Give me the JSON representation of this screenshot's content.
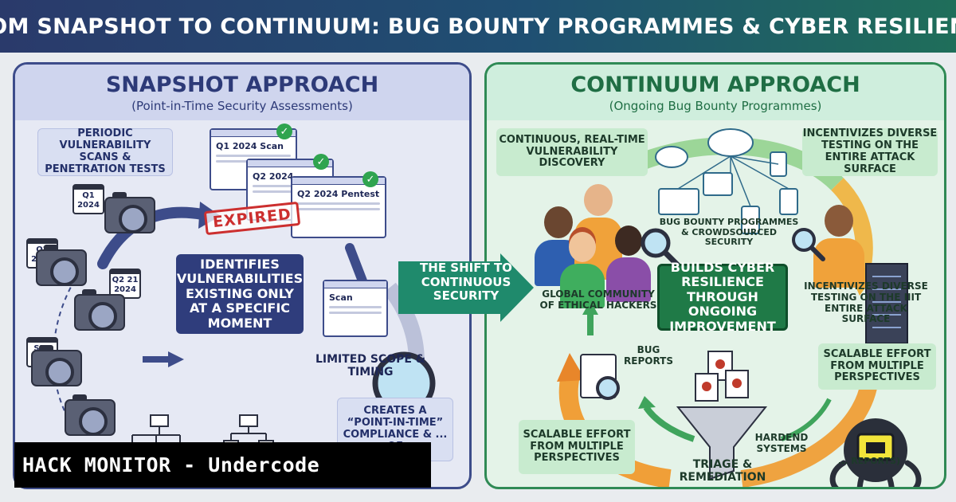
{
  "header": {
    "title": "FROM SNAPSHOT TO CONTINUUM: BUG BOUNTY PROGRAMMES & CYBER RESILIENCE"
  },
  "left": {
    "title": "SNAPSHOT APPROACH",
    "subtitle": "(Point-in-Time Security Assessments)",
    "periodic": "PERIODIC VULNERABILITY SCANS & PENETRATION TESTS",
    "windows": [
      "Q1 2024 Scan",
      "Q2 2024",
      "Q2 2024 Pentest",
      "Scan"
    ],
    "expired": "EXPIRED",
    "calendars": [
      "Q1 2024",
      "Q2 2024",
      "Q2 21 2024",
      "SEP 2024"
    ],
    "identifies": "IDENTIFIES VULNERABILITIES EXISTING ONLY AT A SPECIFIC MOMENT",
    "limited": "LIMITED SCOPE & TIMING",
    "creates": "CREATES A “POINT-IN-TIME” COMPLIANCE & ... OF"
  },
  "shift": {
    "label": "THE SHIFT TO CONTINUOUS SECURITY"
  },
  "right": {
    "title": "CONTINUUM APPROACH",
    "subtitle": "(Ongoing Bug Bounty Programmes)",
    "continuous": "CONTINUOUS, REAL-TIME VULNERABILITY DISCOVERY",
    "incentivizes_top": "INCENTIVIZES DIVERSE TESTING ON THE ENTIRE ATTACK SURFACE",
    "bug_bounty": "BUG BOUNTY PROGRAMMES & CROWDSOURCED SECURITY",
    "global": "GLOBAL COMMUNITY OF ETHICAL HACKERS",
    "builds": "BUILDS CYBER RESILIENCE THROUGH ONGOING IMPROVEMENT",
    "incentivizes_mid": "INCENTIVIZES DIVERSE TESTING ON THE IIIT ENTIRE ATTACK SURFACE",
    "bug_reports": "BUG REPORTS",
    "scalable_right": "SCALABLE EFFORT FROM MULTIPLE PERSPECTIVES",
    "scalable_left": "SCALABLE EFFORT FROM MULTIPLE PERSPECTIVES",
    "hardend": "HARDEND SYSTEMS",
    "triage": "TRIAGE & REMEDIATION",
    "reports_partial": "... REPORTS)"
  },
  "overlay": {
    "text": "HACK MONITOR - Undercode"
  }
}
